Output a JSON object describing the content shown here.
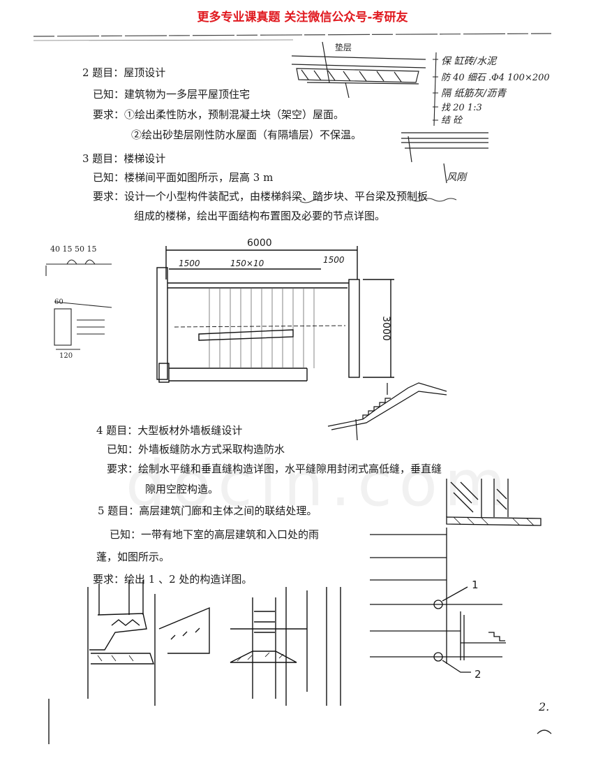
{
  "banner": "更多专业课真题 关注微信公众号-考研友",
  "q2": {
    "title": "2 题目：屋顶设计",
    "known": "已知：建筑物为一多层平屋顶住宅",
    "req1": "要求：①绘出柔性防水，预制混凝土块（架空）屋面。",
    "req2": "②绘出砂垫层刚性防水屋面（有隔墙层）不保温。"
  },
  "q3": {
    "title": "3 题目：楼梯设计",
    "known": "已知：楼梯间平面如图所示，层高 3 m",
    "req1": "要求：设计一个小型构件装配式，由楼梯斜梁、踏步块、平台梁及预制板",
    "req2": "组成的楼梯，绘出平面结构布置图及必要的节点详图。"
  },
  "plan": {
    "dim_total": "6000",
    "dim_left": "1500",
    "dim_mid": "150×10",
    "dim_right": "1500",
    "dim_height": "3000"
  },
  "q4": {
    "title": "4 题目：大型板材外墙板缝设计",
    "known": "已知：外墙板缝防水方式采取构造防水",
    "req1": "要求：绘制水平缝和垂直缝构造详图，水平缝隙用封闭式高低缝，垂直缝",
    "req2": "隙用空腔构造。"
  },
  "q5": {
    "title": "5 题目：高层建筑门廊和主体之间的联结处理。",
    "known1": "已知：一带有地下室的高层建筑和入口处的雨",
    "known2": "蓬，如图所示。",
    "req": "要求：绘出 1 、2 处的构造详图。",
    "label1": "1",
    "label2": "2"
  },
  "watermark": "docin.com",
  "page_number": "2."
}
